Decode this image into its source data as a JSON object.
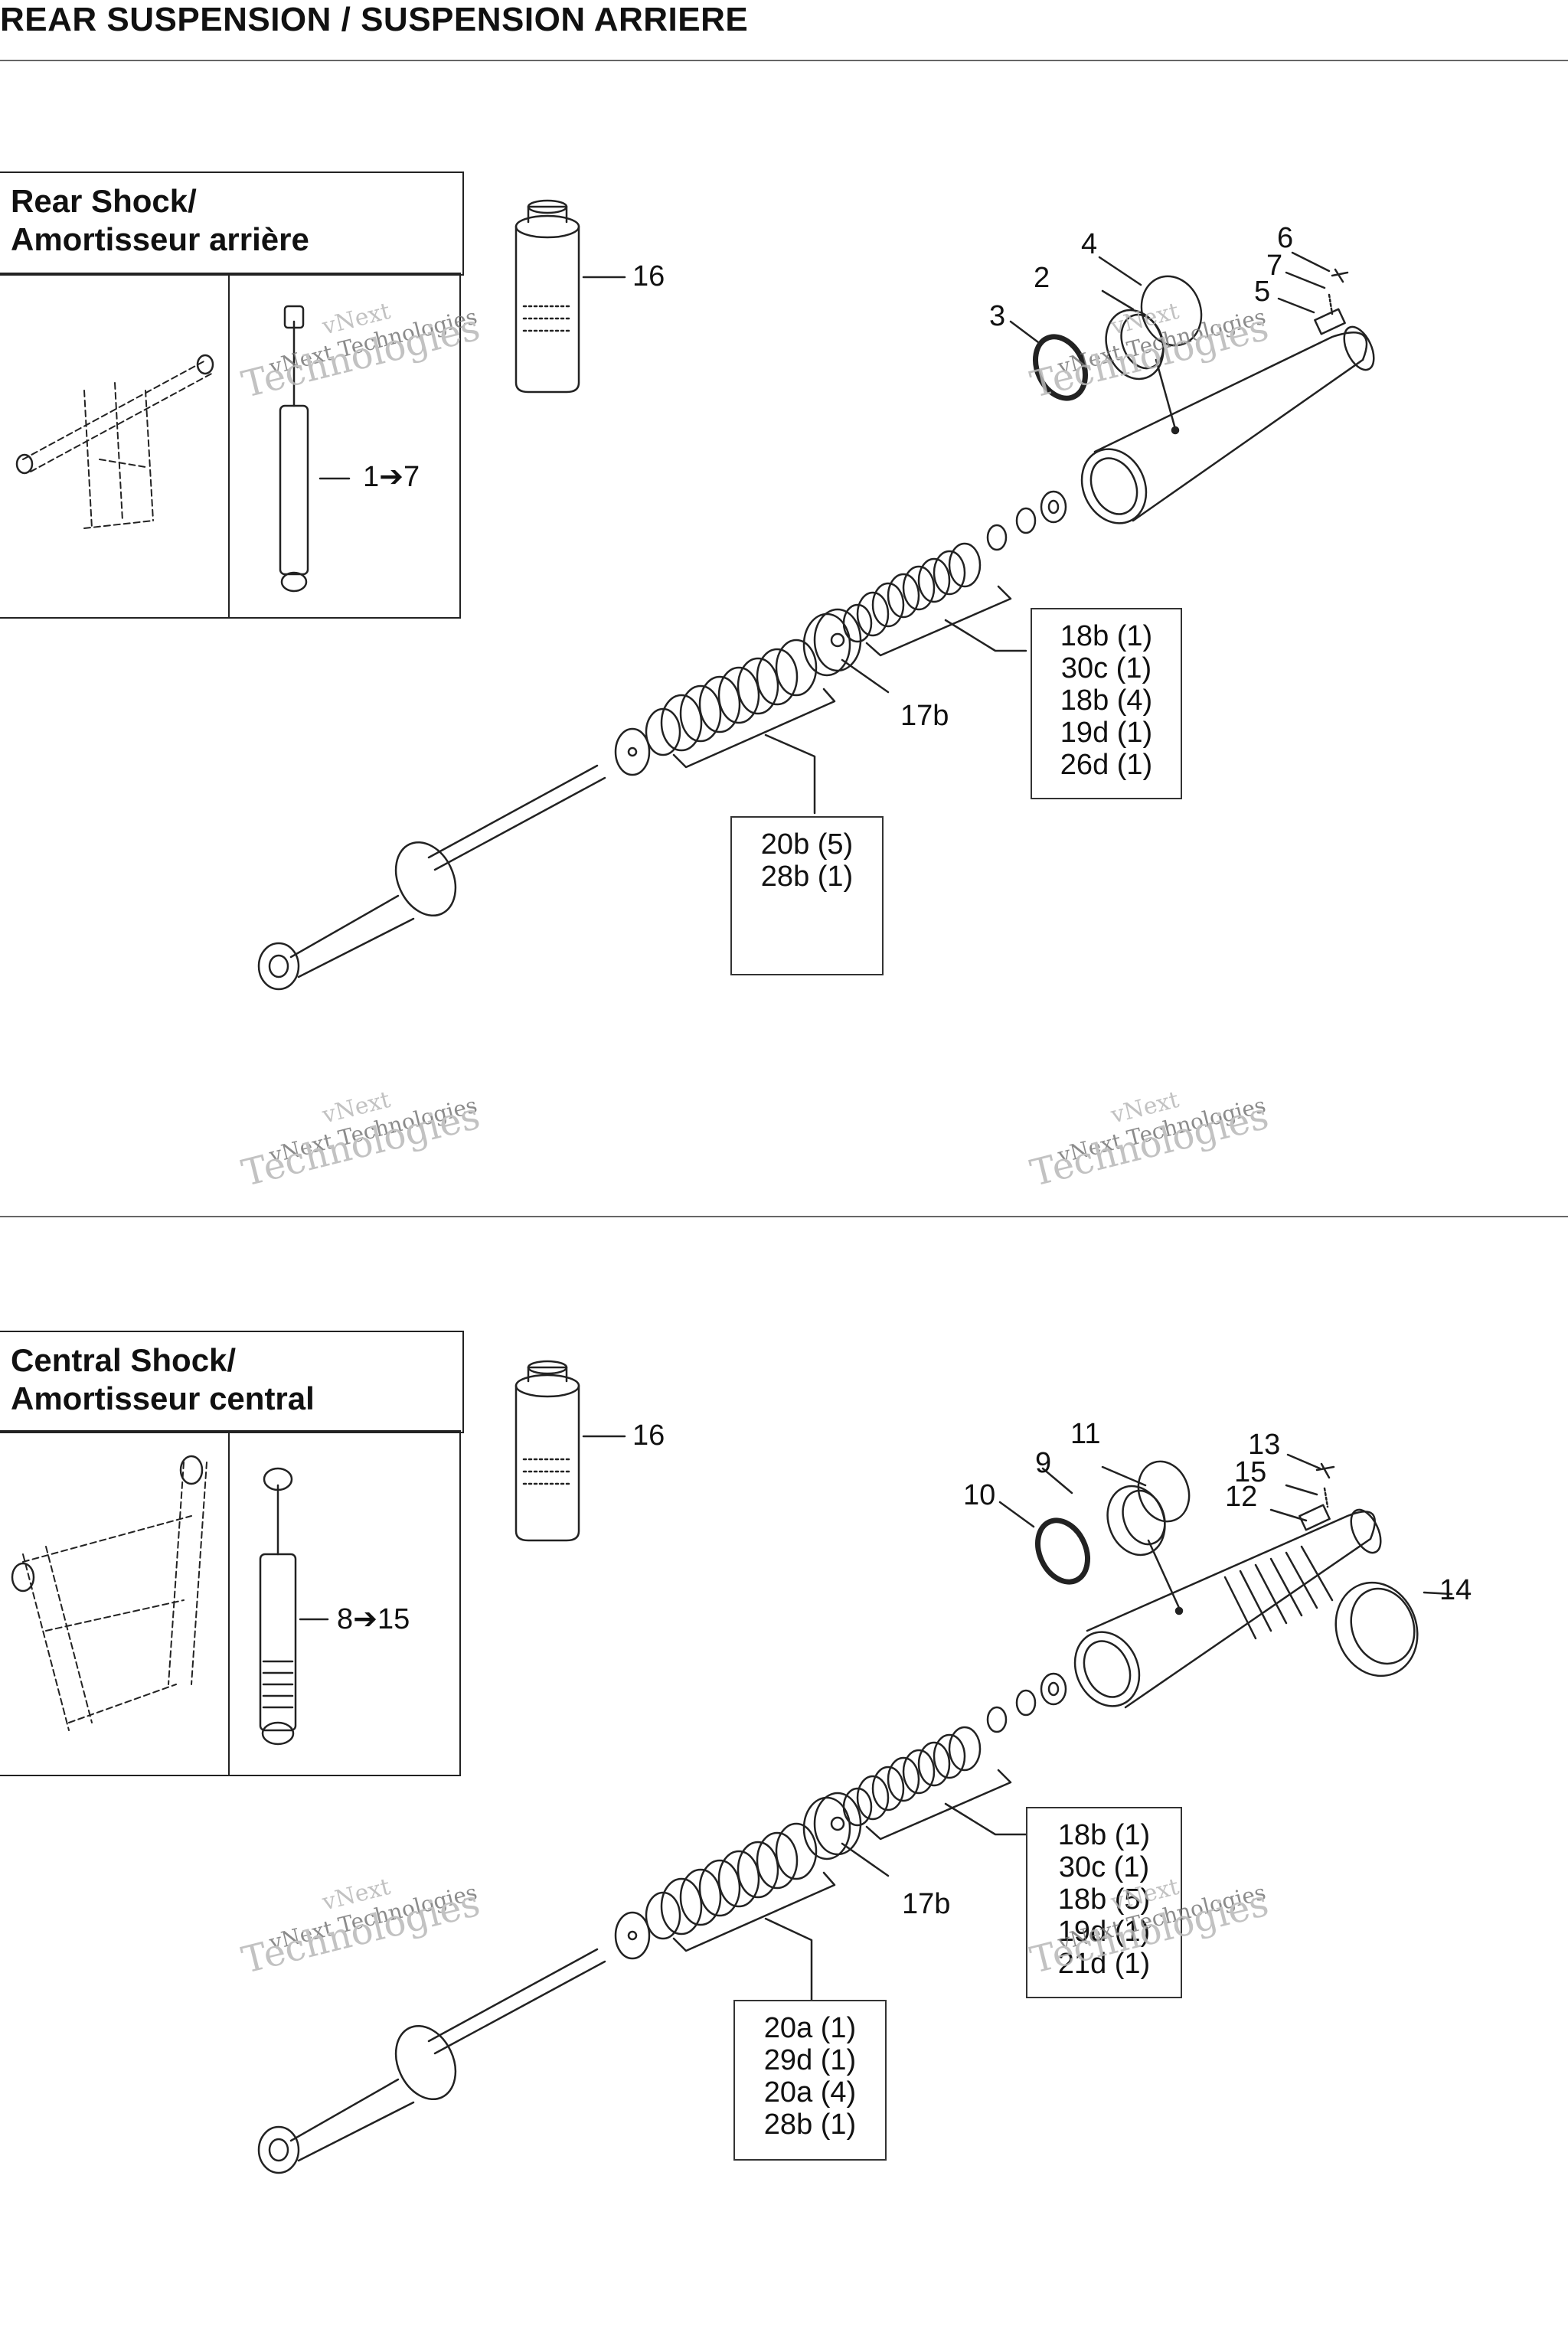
{
  "page": {
    "title": "REAR SUSPENSION / SUSPENSION ARRIERE"
  },
  "watermark": {
    "line1": "vNext",
    "line2": "vNext Technologies",
    "line3": "Technologies"
  },
  "sections": [
    {
      "title_line1": "Rear Shock/",
      "title_line2": "Amortisseur arrière",
      "assembly_range": "1➔7",
      "callouts": [
        "16",
        "4",
        "2",
        "3",
        "6",
        "7",
        "5",
        "17b"
      ],
      "kit_upper": [
        "18b (1)",
        "30c (1)",
        "18b (4)",
        "19d (1)",
        "26d (1)"
      ],
      "kit_lower": [
        "20b (5)",
        "28b (1)"
      ]
    },
    {
      "title_line1": "Central Shock/",
      "title_line2": "Amortisseur central",
      "assembly_range": "8➔15",
      "callouts": [
        "16",
        "11",
        "9",
        "10",
        "13",
        "15",
        "12",
        "14",
        "17b"
      ],
      "kit_upper": [
        "18b (1)",
        "30c (1)",
        "18b (5)",
        "19d (1)",
        "21d (1)"
      ],
      "kit_lower": [
        "20a (1)",
        "29d (1)",
        "20a (4)",
        "28b (1)"
      ]
    }
  ]
}
